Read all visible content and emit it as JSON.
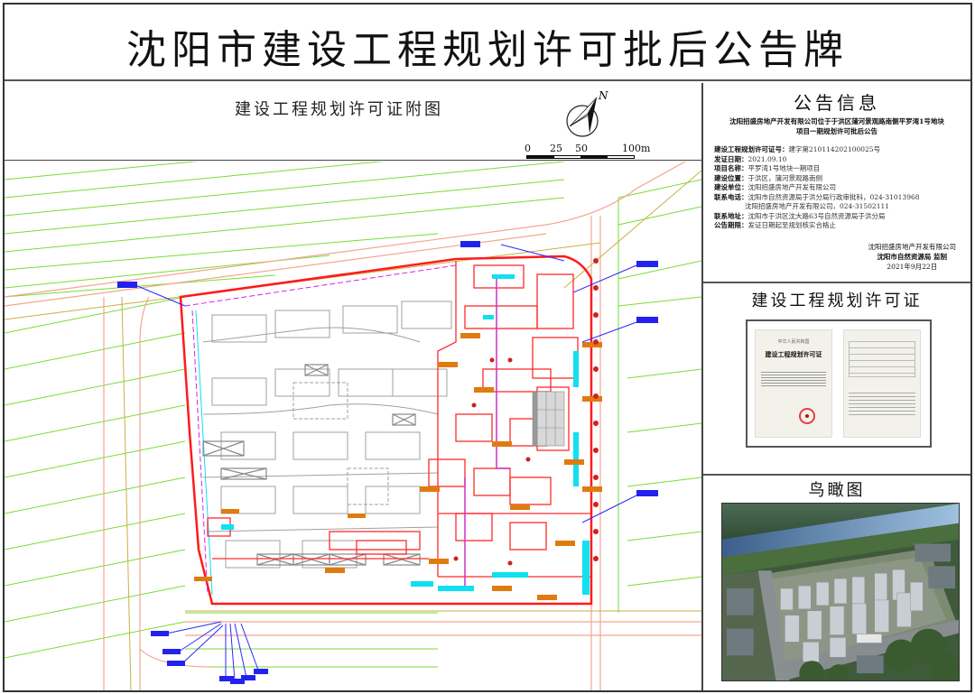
{
  "board": {
    "title": "沈阳市建设工程规划许可批后公告牌"
  },
  "left_panel": {
    "title": "建设工程规划许可证附图",
    "compass_label": "N",
    "scale": {
      "labels": [
        "0",
        "25",
        "50",
        "100m"
      ],
      "unit": "m"
    }
  },
  "notice": {
    "title": "公告信息",
    "subtitle_line1": "沈阳招盛房地产开发有限公司位于于洪区蒲河景观路南侧平罗湾1号地块",
    "subtitle_line2": "项目一期规划许可批后公告",
    "fields": [
      {
        "key": "建设工程规划许可证号：",
        "value": "建字第210114202100025号"
      },
      {
        "key": "发证日期：",
        "value": "2021.09.10"
      },
      {
        "key": "项目名称：",
        "value": "平罗湾1号地块一期项目"
      },
      {
        "key": "建设位置：",
        "value": "于洪区，蒲河景观路南侧"
      },
      {
        "key": "建设单位：",
        "value": "沈阳招盛房地产开发有限公司"
      },
      {
        "key": "联系电话：",
        "value": "沈阳市自然资源局于洪分局行政审批科，024-31013968"
      },
      {
        "key": "",
        "value": "沈阳招盛房地产开发有限公司，024-31502111"
      },
      {
        "key": "联系地址：",
        "value": "沈阳市于洪区沈大路63号自然资源局于洪分局"
      },
      {
        "key": "公告期限：",
        "value": "发证日期起至规划核实合格止"
      }
    ],
    "signoff": {
      "company": "沈阳招盛房地产开发有限公司",
      "supervisor": "沈阳市自然资源局 监制",
      "date": "2021年9月22日"
    }
  },
  "permit": {
    "title": "建设工程规划许可证",
    "doc_country": "中华人民共和国",
    "doc_title": "建设工程规划许可证"
  },
  "aerial": {
    "title": "鸟瞰图"
  },
  "colors": {
    "site_boundary": "#ff1a1a",
    "planning_line": "#66dd22",
    "road_line": "#f4a58e",
    "building_gray": "#9a9a9a",
    "label_orange": "#e07b10",
    "label_blue": "#1a1aff",
    "cyan": "#10e0f0",
    "magenta": "#e020e0"
  }
}
